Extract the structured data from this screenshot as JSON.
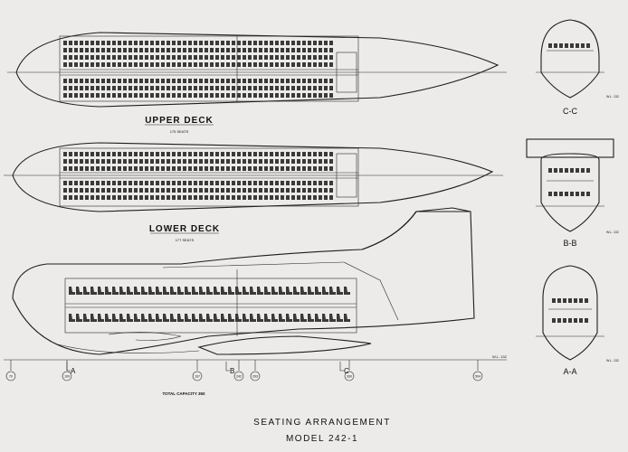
{
  "drawing": {
    "upper_deck": {
      "title": "UPPER DECK",
      "subtitle": "175 SEATS"
    },
    "lower_deck": {
      "title": "LOWER DECK",
      "subtitle": "177 SEATS"
    },
    "profile": {
      "total_label": "TOTAL CAPACITY 350"
    },
    "section_views": [
      {
        "label": "C-C",
        "wl": "W.L. 132"
      },
      {
        "label": "B-B",
        "wl": "W.L. 132"
      },
      {
        "label": "A-A",
        "wl": "W.L. 132"
      }
    ],
    "section_markers": [
      "A",
      "B",
      "C"
    ],
    "stations": [
      "70",
      "109",
      "197",
      "242",
      "293",
      "390",
      "504"
    ],
    "wl_profile": "W.L. 132",
    "title_block": {
      "line1": "SEATING ARRANGEMENT",
      "line2": "MODEL 242-1"
    }
  }
}
